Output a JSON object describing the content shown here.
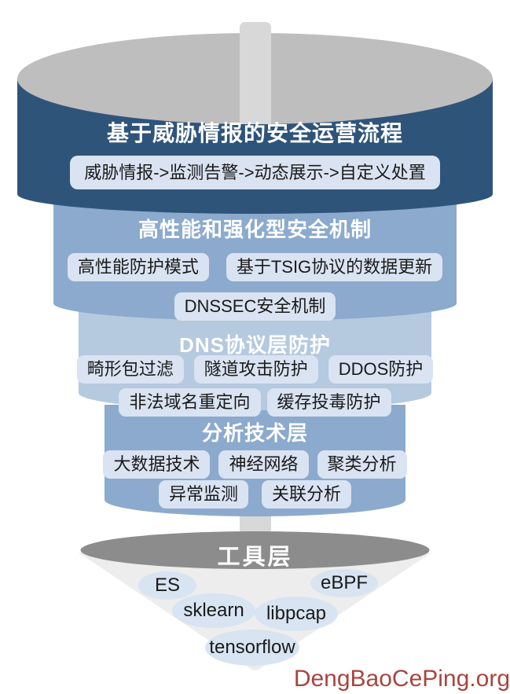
{
  "funnel": {
    "layers": [
      {
        "title": "基于威胁情报的安全运营流程",
        "rows": [
          [
            "威胁情报->监测告警->动态展示->自定义处置"
          ]
        ]
      },
      {
        "title": "高性能和强化型安全机制",
        "rows": [
          [
            "高性能防护模式",
            "基于TSIG协议的数据更新"
          ],
          [
            "DNSSEC安全机制"
          ]
        ]
      },
      {
        "title": "DNS协议层防护",
        "rows": [
          [
            "畸形包过滤",
            "隧道攻击防护",
            "DDOS防护"
          ],
          [
            "非法域名重定向",
            "缓存投毒防护"
          ]
        ]
      },
      {
        "title": "分析技术层",
        "rows": [
          [
            "大数据技术",
            "神经网络",
            "聚类分析"
          ],
          [
            "异常监测",
            "关联分析"
          ]
        ]
      }
    ],
    "tools": {
      "title": "工具层",
      "items": [
        "ES",
        "eBPF",
        "sklearn",
        "libpcap",
        "tensorflow"
      ]
    }
  },
  "watermark": "DengBaoCePing.org",
  "colors": {
    "navy": "#2F547A",
    "layer_blue": "#8BAACD",
    "layer_light_blue": "#B5C9DF",
    "pill_bg": "#D9E3F1",
    "top_ellipse_gray": "#BEBEBE",
    "pole_gray": "#D8D8D8",
    "tools_ellipse_gray": "#8C8C8C",
    "funnel_triangle_gray": "#EDEDED",
    "bubble_bg": "#D8E4F2",
    "text_dark": "#1A1A1A",
    "title_text": "#FFFFFF",
    "watermark_red": "#A8453E"
  }
}
